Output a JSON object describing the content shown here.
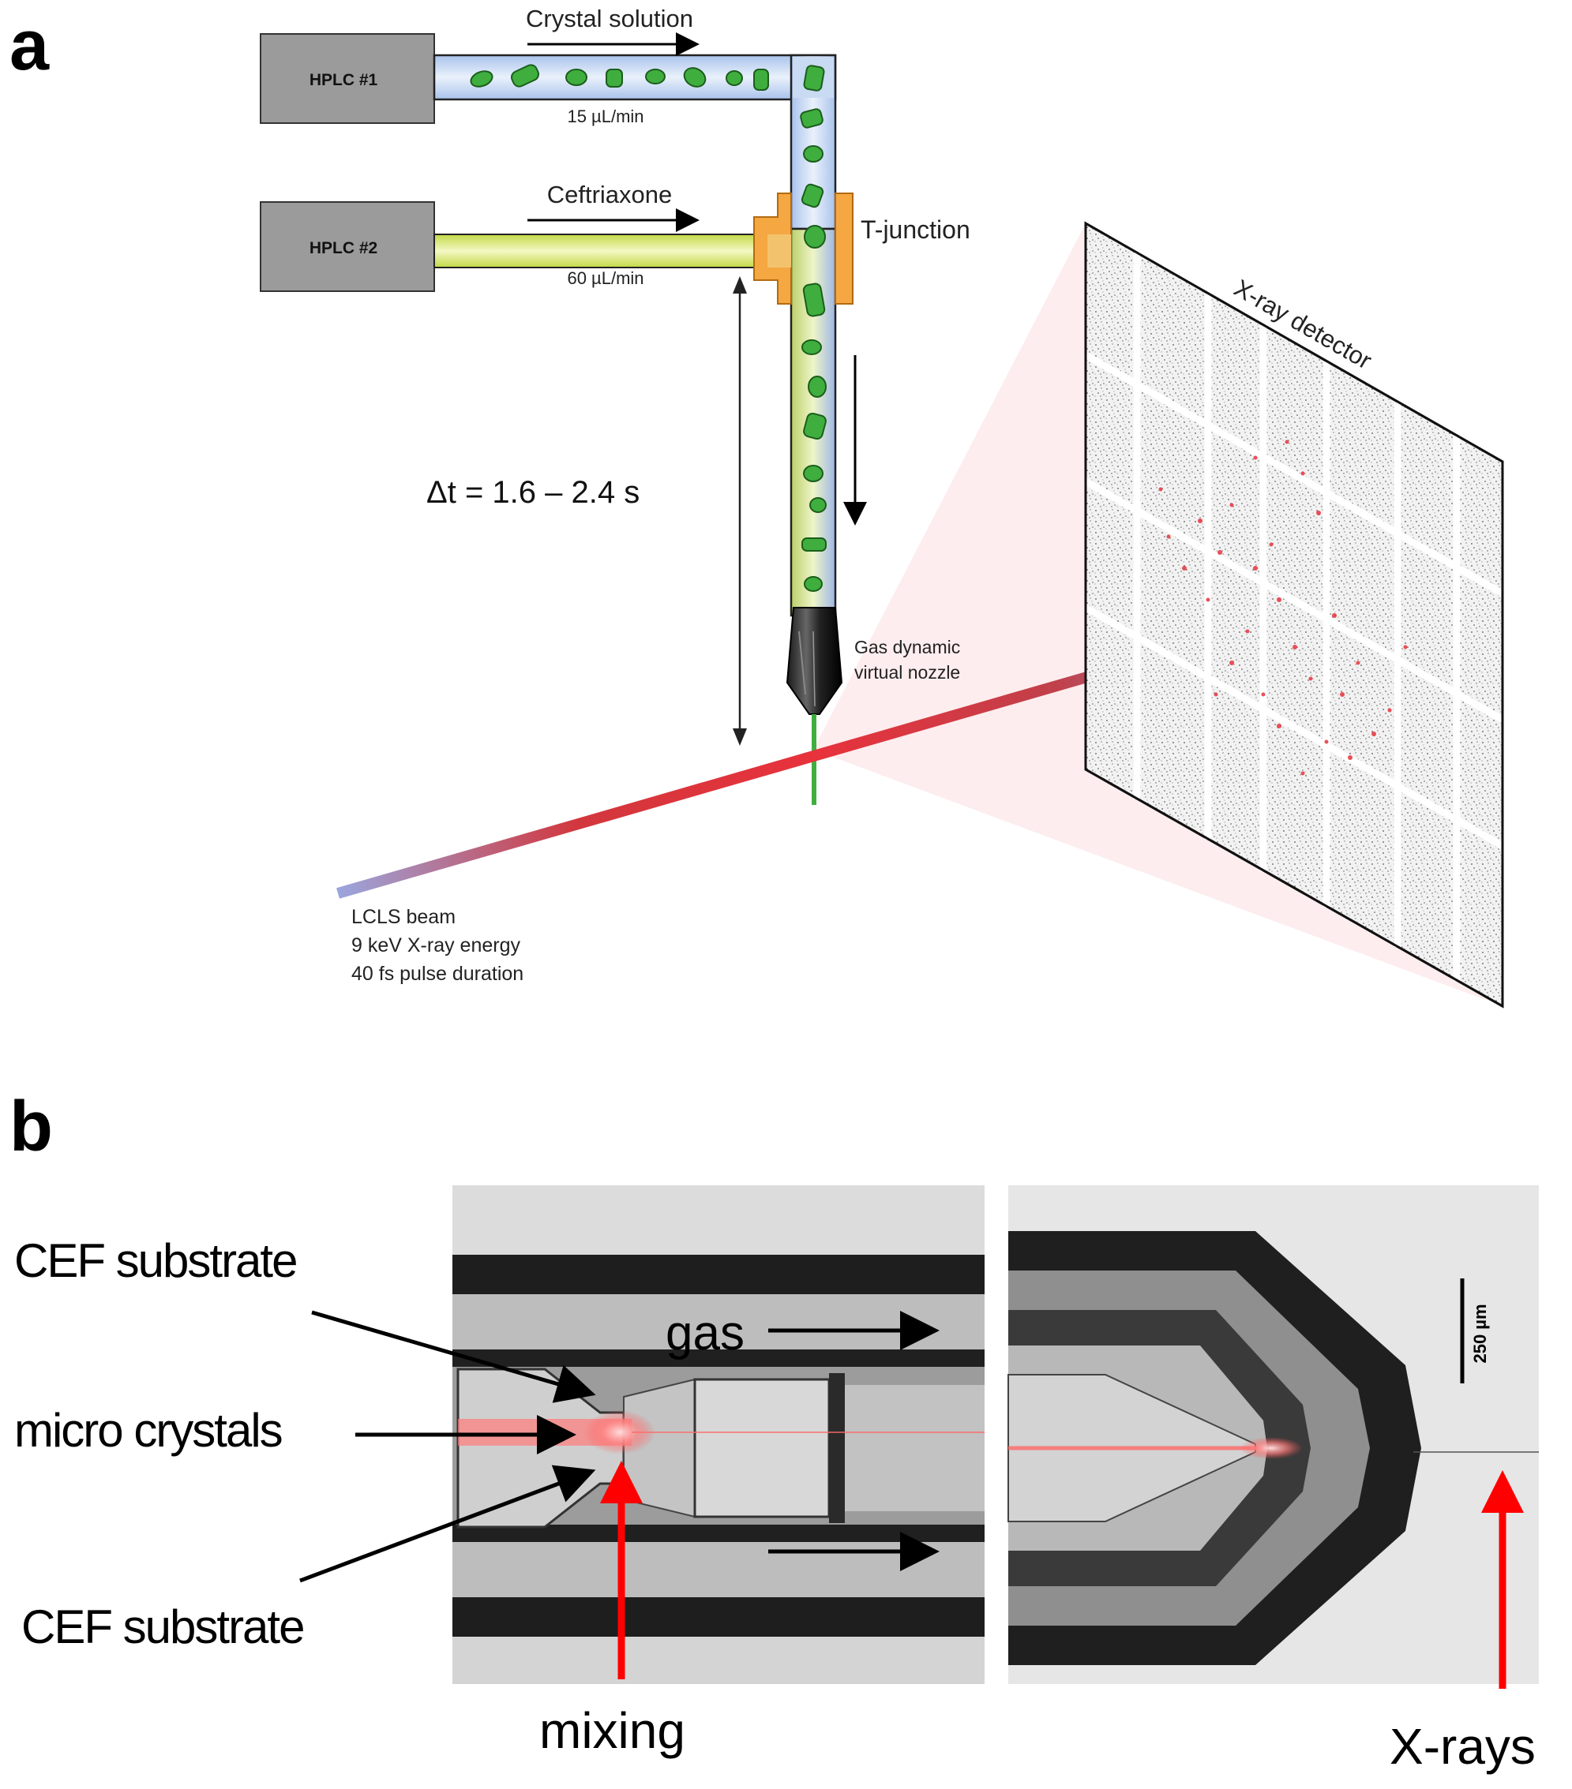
{
  "panel_a": {
    "letter": "a",
    "hplc1": "HPLC #1",
    "hplc2": "HPLC #2",
    "crystal_solution": "Crystal solution",
    "flow1": "15 µL/min",
    "ceftriaxone": "Ceftriaxone",
    "flow2": "60 µL/min",
    "t_junction": "T-junction",
    "delta_t": "Δt = 1.6 – 2.4 s",
    "nozzle_line1": "Gas dynamic",
    "nozzle_line2": "virtual nozzle",
    "detector": "X-ray detector",
    "beam_line1": "LCLS beam",
    "beam_line2": "9 keV X-ray energy",
    "beam_line3": "40 fs pulse duration"
  },
  "panel_b": {
    "letter": "b",
    "cef_top": "CEF substrate",
    "micro_crystals": "micro crystals",
    "cef_bottom": "CEF substrate",
    "gas": "gas",
    "mixing": "mixing",
    "xrays": "X-rays",
    "scale": "250 µm"
  },
  "colors": {
    "crystal_green": "#3fae3f",
    "ceftriaxone_yellow": "#d9ea7a",
    "tube_blue": "#8fb0e0",
    "junction_orange": "#f5a742",
    "beam_red": "#e8323c",
    "arrow_red": "#ff0000",
    "box_gray": "#9b9b9b"
  },
  "icons": [
    "crystal-solution-arrow-icon",
    "ceftriaxone-arrow-icon",
    "flow-direction-arrow-icon",
    "double-arrow-icon"
  ]
}
